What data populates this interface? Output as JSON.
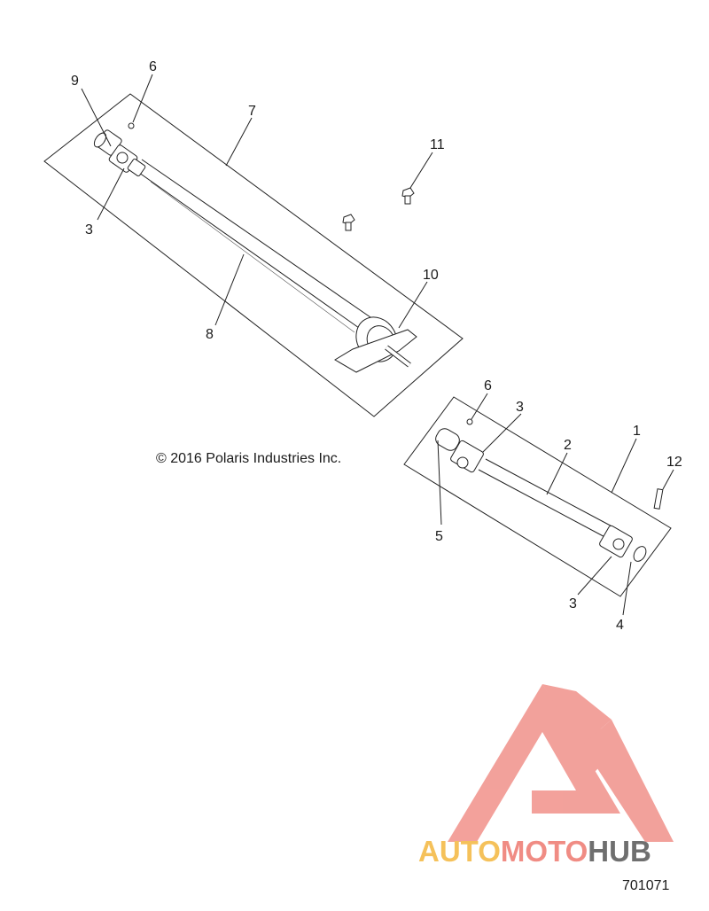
{
  "copyright": "© 2016 Polaris Industries Inc.",
  "doc_number": "701071",
  "watermark": {
    "part1": "AUTO",
    "part2": "MOTO",
    "part3": "HUB",
    "colors": {
      "auto": "#f5c15a",
      "moto": "#f08c84",
      "hub": "#6f6f6f",
      "mark": "#f29c96"
    }
  },
  "callouts": [
    "1",
    "2",
    "3",
    "3",
    "3",
    "4",
    "5",
    "6",
    "6",
    "7",
    "8",
    "9",
    "10",
    "11",
    "12"
  ]
}
